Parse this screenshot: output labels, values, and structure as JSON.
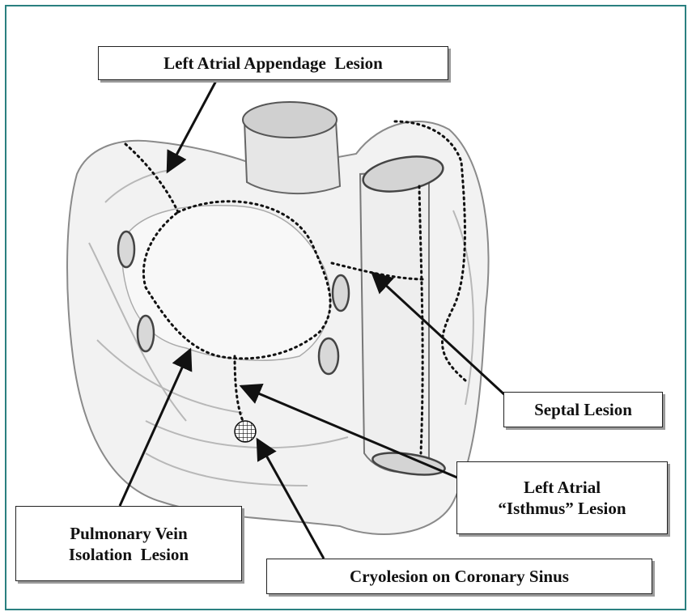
{
  "colors": {
    "frame": "#2a8080",
    "line": "#111111",
    "shadow": "#9a9a9a"
  },
  "labels": {
    "laa": "Left Atrial Appendage  Lesion",
    "septal": "Septal Lesion",
    "isthmus_1": "Left Atrial",
    "isthmus_2": "“Isthmus” Lesion",
    "pvi_1": "Pulmonary Vein",
    "pvi_2": "Isolation  Lesion",
    "cryo": "Cryolesion on Coronary Sinus"
  }
}
